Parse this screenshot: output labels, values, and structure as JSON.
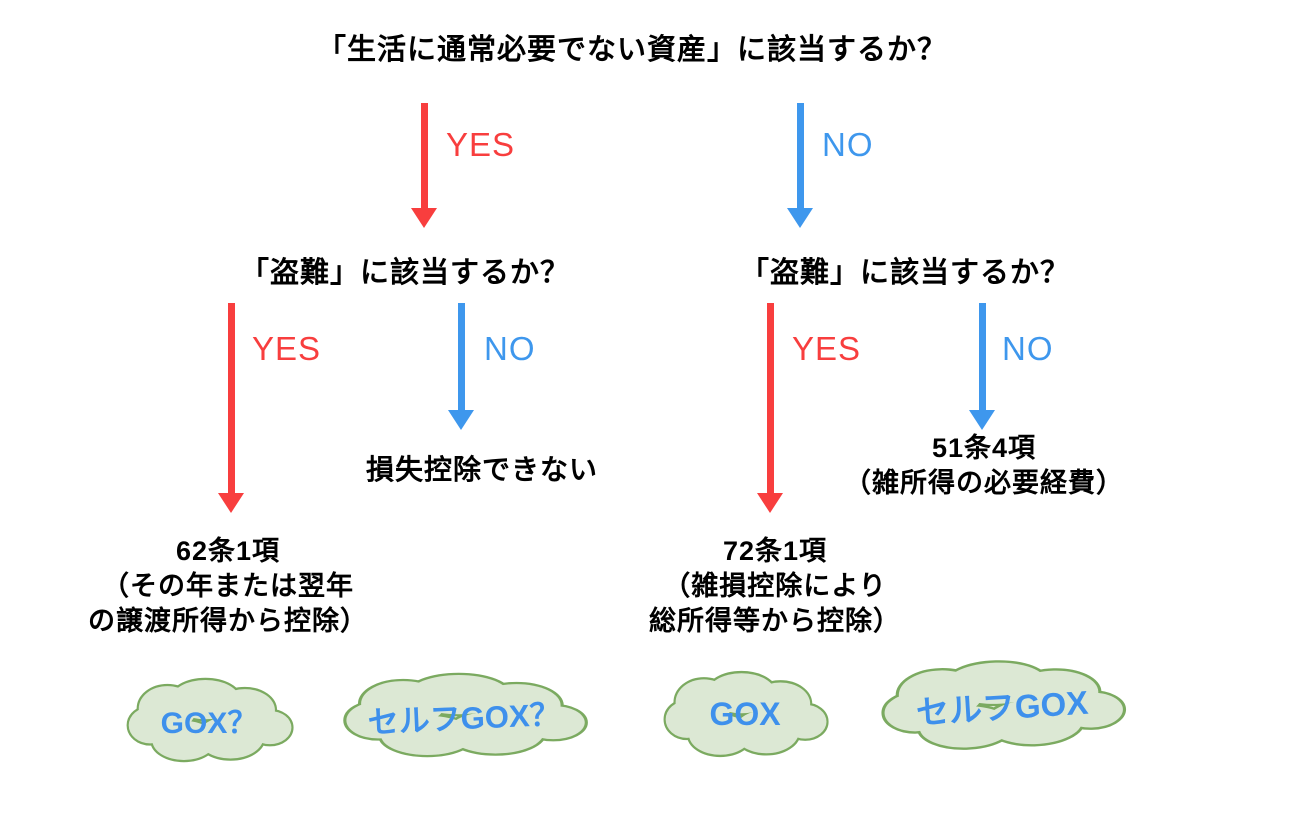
{
  "title": "「生活に通常必要でない資産」に該当するか？",
  "labels": {
    "yes": "YES",
    "no": "NO"
  },
  "questions": {
    "left": "「盗難」に該当するか？",
    "right": "「盗難」に該当するか？"
  },
  "outcomes": {
    "left_yes": {
      "line1": "62条1項",
      "line2": "（その年または翌年",
      "line3": "の譲渡所得から控除）"
    },
    "left_no": {
      "line1": "損失控除できない"
    },
    "right_yes": {
      "line1": "72条1項",
      "line2": "（雑損控除により",
      "line3": "総所得等から控除）"
    },
    "right_no": {
      "line1": "51条4項",
      "line2": "（雑所得の必要経費）"
    }
  },
  "clouds": [
    {
      "label": "GOX？"
    },
    {
      "label": "セルフGOX？"
    },
    {
      "label": "GOX"
    },
    {
      "label": "セルフGOX"
    }
  ],
  "colors": {
    "yes_arrow": "#f83e3e",
    "no_arrow": "#3e97ed",
    "cloud_fill": "#dce8d4",
    "cloud_stroke": "#7baa60",
    "cloud_text": "#3e90ec",
    "text": "#000000",
    "background": "#ffffff"
  }
}
